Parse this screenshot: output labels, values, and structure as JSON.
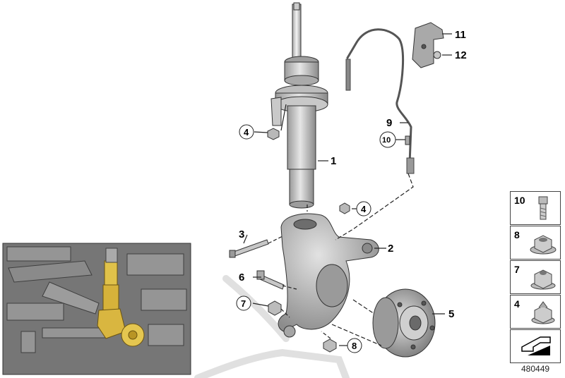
{
  "callouts": [
    "1",
    "2",
    "3",
    "4",
    "4",
    "5",
    "6",
    "7",
    "8",
    "9",
    "10",
    "11",
    "12"
  ],
  "legend": [
    "10",
    "8",
    "7",
    "4"
  ],
  "diagram_number": "480449",
  "colors": {
    "line": "#222222",
    "part_light": "#d8d8d8",
    "part_mid": "#b7b7b7",
    "part_dark": "#7d7d7d",
    "inset_highlight": "#d9b640",
    "inset_bg": "#7a7a7a"
  },
  "icons": [
    "strut-assembly",
    "steering-knuckle",
    "wheel-hub",
    "wheel-speed-sensor",
    "bracket",
    "hex-bolt",
    "flange-nut",
    "self-locking-nut",
    "socket-cap-screw",
    "arrow-icon",
    "vehicle-location-inset"
  ]
}
